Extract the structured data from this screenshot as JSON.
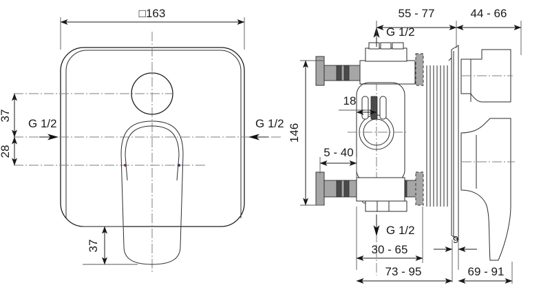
{
  "drawing": {
    "title": "Concealed bath/shower mixer — dimensional drawing",
    "units": "mm",
    "line_color": "#1a1a1a",
    "center_line_color": "#7d7d7d",
    "metal_fill_color": "#a6a6a6",
    "dark_fill_color": "#4a4a4a"
  },
  "front_view": {
    "name": "front-elevation",
    "dimensions": {
      "plate_width": "□163",
      "top_to_axis": "37",
      "axis_to_lower": "28",
      "lever_drop": "37",
      "inlet_left": "G 1/2",
      "inlet_right": "G 1/2"
    }
  },
  "side_view": {
    "name": "side-section",
    "dimensions": {
      "rough_in_depth": "55 - 77",
      "projection": "44 - 66",
      "height_146": "146",
      "offset_18": "18",
      "wall_depth_range": "5 - 40",
      "outlet_top": "G 1/2",
      "outlet_bottom": "G 1/2",
      "body_to_wall": "30 - 65",
      "plate_thickness": "9",
      "total_to_plate": "73 - 95",
      "plate_to_lever": "69 - 91"
    }
  }
}
